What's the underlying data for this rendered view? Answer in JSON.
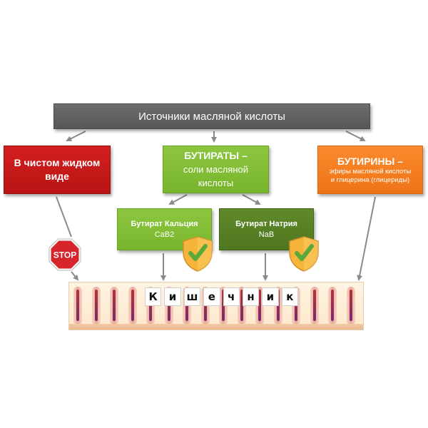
{
  "diagram": {
    "top_box": {
      "label": "Источники масляной кислоты"
    },
    "liquid_box": {
      "label": "В чистом жидком виде"
    },
    "butyrates_box": {
      "title": "БУТИРАТЫ –",
      "subtitle": "соли масляной кислоты"
    },
    "butyrins_box": {
      "title": "БУТИРИНЫ –",
      "subtitle": "эфиры масляной кислоты и глицерина (глицериды)"
    },
    "calcium_box": {
      "title": "Бутират Кальция",
      "formula": "CaB2"
    },
    "sodium_box": {
      "title": "Бутират Натрия",
      "formula": "NaB"
    },
    "stop_sign": {
      "label": "STOP"
    },
    "intestine": {
      "letters": [
        "К",
        "и",
        "ш",
        "е",
        "ч",
        "н",
        "и",
        "к"
      ]
    }
  },
  "colors": {
    "gray": "#5f5f5f",
    "red": "#c71a1a",
    "green": "#82bf35",
    "dark_green": "#557f24",
    "orange": "#f47e21",
    "stop_red": "#d7262b",
    "shield_yellow": "#f5b53a",
    "check_green": "#5aa93a"
  }
}
